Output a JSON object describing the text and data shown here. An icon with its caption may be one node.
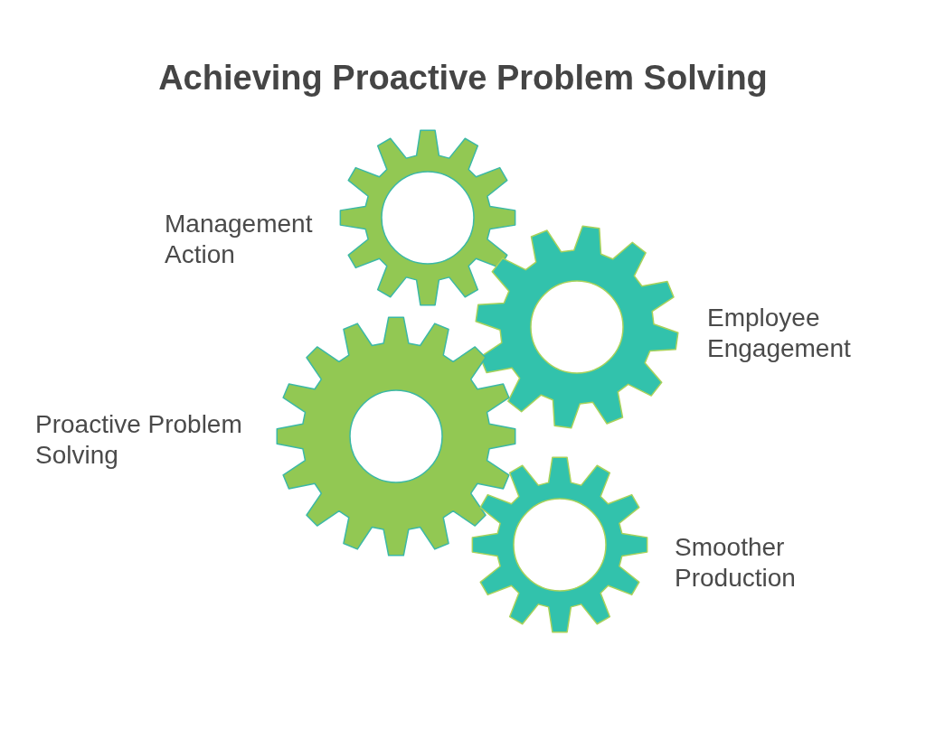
{
  "diagram": {
    "title": "Achieving Proactive Problem Solving",
    "nodes": [
      {
        "text": [],
        "shape": "gear",
        "beside": [
          "Management Action"
        ]
      },
      {
        "text": [],
        "shape": "gear",
        "beside": [
          "Employee Engagement"
        ]
      },
      {
        "text": [],
        "shape": "gear",
        "beside": [
          "Proactive Problem Solving"
        ]
      },
      {
        "text": [],
        "shape": "gear",
        "beside": [
          "Smoother Production"
        ]
      }
    ]
  }
}
